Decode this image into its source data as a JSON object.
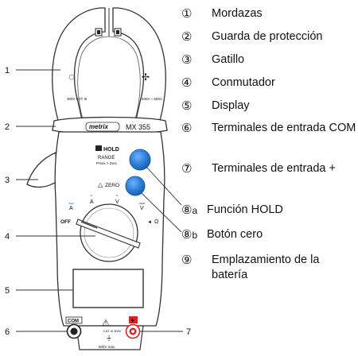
{
  "callouts": [
    "1",
    "2",
    "3",
    "4",
    "5",
    "6",
    "7"
  ],
  "legend": [
    {
      "num": "①",
      "text": "Mordazas"
    },
    {
      "num": "②",
      "text": "Guarda de protección"
    },
    {
      "num": "③",
      "text": "Gatillo"
    },
    {
      "num": "④",
      "text": "Conmutador"
    },
    {
      "num": "⑤",
      "text": "Display"
    },
    {
      "num": "⑥",
      "text": "Terminales de entrada COM"
    },
    {
      "num": "⑦",
      "text": "Terminales de entrada +"
    },
    {
      "num": "⑧",
      "sub": "a",
      "text": "Función HOLD"
    },
    {
      "num": "⑧",
      "sub": "b",
      "text": "Botón cero"
    },
    {
      "num": "⑨",
      "text": "Emplazamiento de la batería"
    }
  ],
  "device": {
    "brand": "metrix",
    "model": "MX 355",
    "hold_label": "HOLD",
    "range_label": "RANGE",
    "press_label": "Press > 2sec",
    "zero_label": "ZERO",
    "off_label": "OFF",
    "ohm_label": "Ω",
    "dial_a_dc": "A",
    "dial_a_ac": "A",
    "dial_v_ac": "V",
    "dial_v_dc": "V",
    "com_label": "COM",
    "plus_label": "+",
    "cat_label": "CAT III 300V",
    "max_label": "600V max",
    "jaw_rating_left": "300V CAT III",
    "jaw_rating_right": "400A ~ 600A",
    "jaw_symbol": "▣"
  },
  "colors": {
    "outline": "#333333",
    "body_fill": "#ffffff",
    "button_blue": "#2f7fd6",
    "button_blue_dark": "#1b5fae",
    "label_blue": "#2a6fcf",
    "plus_red": "#e02020"
  }
}
